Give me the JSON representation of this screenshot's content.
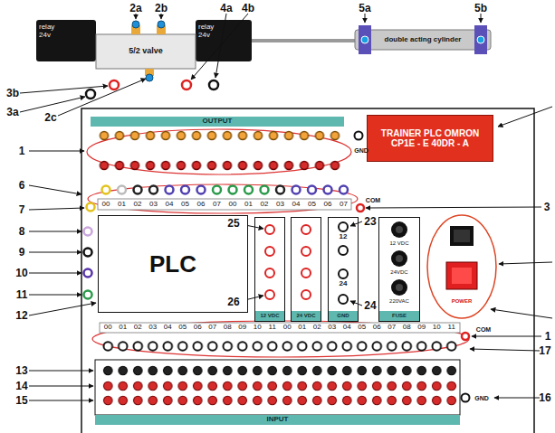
{
  "diagram": {
    "nodes": [
      {
        "text": [
          "relay 24v"
        ]
      },
      {
        "text": [
          "5/2 valve"
        ]
      },
      {
        "text": [
          "relay 24v"
        ]
      },
      {
        "text": [
          "double acting cylinder"
        ]
      },
      {
        "text": [
          "OUTPUT"
        ]
      },
      {
        "text": [
          "TRAINER PLC OMRON CP1E - E 40DR - A"
        ]
      },
      {
        "text": [
          "PLC"
        ]
      },
      {
        "text": [
          "12 VDC"
        ]
      },
      {
        "text": [
          "24 VDC"
        ]
      },
      {
        "text": [
          "12",
          "24",
          "GND"
        ]
      },
      {
        "text": [
          "12 VDC",
          "24VDC",
          "220VAC",
          "FUSE"
        ]
      },
      {
        "text": [
          "POWER"
        ]
      },
      {
        "text": [
          "INPUT"
        ]
      }
    ],
    "labels": [
      "2a",
      "2b",
      "2c",
      "3a",
      "3b",
      "4a",
      "4b",
      "5a",
      "5b",
      "1",
      "6",
      "7",
      "8",
      "9",
      "10",
      "11",
      "12",
      "13",
      "14",
      "15",
      "GND",
      "00",
      "01",
      "02",
      "03",
      "04",
      "05",
      "06",
      "07",
      "00",
      "01",
      "02",
      "03",
      "04",
      "05",
      "06",
      "07",
      "COM",
      "3",
      "25",
      "26",
      "23",
      "24",
      "00",
      "01",
      "02",
      "03",
      "04",
      "05",
      "06",
      "07",
      "08",
      "09",
      "10",
      "11",
      "00",
      "01",
      "02",
      "03",
      "04",
      "05",
      "06",
      "07",
      "08",
      "09",
      "10",
      "11",
      "COM",
      "1",
      "17",
      "GND",
      "16"
    ]
  }
}
